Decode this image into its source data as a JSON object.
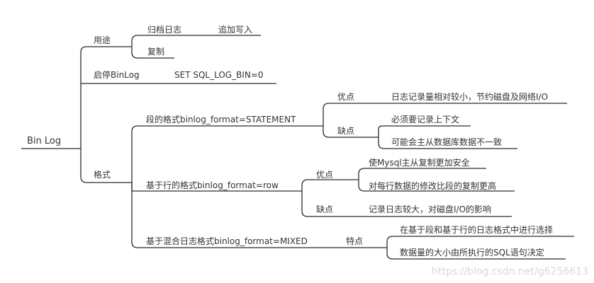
{
  "root": "Bin Log",
  "usage": {
    "label": "用途",
    "archive": "归档日志",
    "append": "追加写入",
    "replicate": "复制"
  },
  "toggle": {
    "label": "启停BinLog",
    "command": "SET SQL_LOG_BIN=0"
  },
  "format": {
    "label": "格式",
    "statement": {
      "label": "段的格式binlog_format=STATEMENT",
      "pros_label": "优点",
      "pros": [
        "日志记录量相对较小，节约磁盘及网络I/O"
      ],
      "cons_label": "缺点",
      "cons": [
        "必须要记录上下文",
        "可能会主从数据库数据不一致"
      ]
    },
    "row": {
      "label": "基于行的格式binlog_format=row",
      "pros_label": "优点",
      "pros": [
        "使Mysql主从复制更加安全",
        "对每行数据的修改比段的复制更高"
      ],
      "cons_label": "缺点",
      "cons": [
        "记录日志较大，对磁盘I/O的影响"
      ]
    },
    "mixed": {
      "label": "基于混合日志格式binlog_format=MIXED",
      "feature_label": "特点",
      "features": [
        "在基于段和基于行的日志格式中进行选择",
        "数据量的大小由所执行的SQL语句决定"
      ]
    }
  },
  "watermark": "https://blog.csdn.net/g6256613"
}
